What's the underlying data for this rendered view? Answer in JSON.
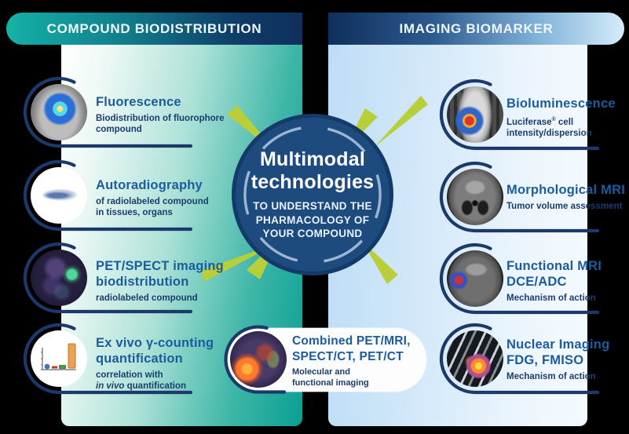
{
  "infographic": {
    "left_panel": {
      "header": "COMPOUND BIODISTRIBUTION",
      "items": [
        {
          "icon": "fluorescence-mouse-scan",
          "title_lines": [
            "Fluorescence"
          ],
          "sub_lines": [
            "Biodistribution of fluorophore",
            "compound"
          ]
        },
        {
          "icon": "tissue-autoradiograph",
          "title_lines": [
            "Autoradiography"
          ],
          "sub_lines": [
            "of radiolabeled compound",
            "in tissues, organs"
          ]
        },
        {
          "icon": "pet-spect-brain-scan",
          "title_lines": [
            "PET/SPECT imaging",
            "biodistribution"
          ],
          "sub_lines": [
            "radiolabeled compound"
          ]
        },
        {
          "icon": "gamma-counting-bar-chart",
          "title_lines": [
            "Ex vivo γ-counting",
            "quantification"
          ],
          "sub_line1": "correlation with",
          "sub_italic": "in vivo",
          "sub_rest": " quantification"
        }
      ]
    },
    "right_panel": {
      "header": "IMAGING BIOMARKER",
      "items": [
        {
          "icon": "bioluminescence-mouse-scan",
          "title_lines": [
            "Bioluminescence"
          ],
          "sub1_pre": "Luciferase",
          "sub1_sup": "®",
          "sub1_post": " cell",
          "sub_line2": "intensity/dispersion"
        },
        {
          "icon": "morphological-mri-scan",
          "title_lines": [
            "Morphological MRI"
          ],
          "sub_lines": [
            "Tumor volume assessment"
          ]
        },
        {
          "icon": "functional-mri-scan",
          "title_lines": [
            "Functional MRI",
            "DCE/ADC"
          ],
          "sub_lines": [
            "Mechanism of action"
          ]
        },
        {
          "icon": "nuclear-imaging-scan",
          "title_lines": [
            "Nuclear Imaging",
            "FDG, FMISO"
          ],
          "sub_lines": [
            "Mechanism of action"
          ]
        }
      ]
    },
    "center": {
      "title_lines": [
        "Multimodal",
        "technologies"
      ],
      "sub_lines": [
        "TO UNDERSTAND THE",
        "PHARMACOLOGY OF",
        "YOUR COMPOUND"
      ]
    },
    "combined": {
      "icon": "pet-mri-brain-scan",
      "title_lines": [
        "Combined PET/MRI,",
        "SPECT/CT, PET/CT"
      ],
      "sub_lines": [
        "Molecular and",
        "functional imaging"
      ]
    },
    "colors": {
      "teal": "#0ca89a",
      "navy": "#0f2f5c",
      "title_blue": "#1b5c9e",
      "subtitle_navy": "#1b3e6e",
      "accent_lime": "#b9cf39",
      "panel_light_blue": "#c9e4f7",
      "stroke_navy": "#1b3a6b",
      "center_circle_fill": "#1d4b7e"
    }
  }
}
